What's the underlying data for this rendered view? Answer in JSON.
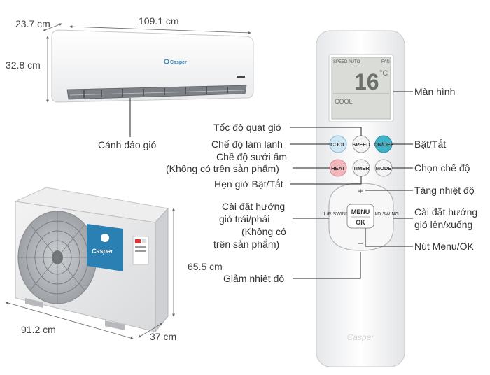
{
  "dimensions": {
    "indoor_depth": "23.7 cm",
    "indoor_width": "109.1 cm",
    "indoor_height": "32.8 cm",
    "outdoor_height": "65.5 cm",
    "outdoor_width": "91.2 cm",
    "outdoor_depth": "37 cm"
  },
  "indoor_unit": {
    "logo": "Casper",
    "louver_label": "Cánh đảo gió"
  },
  "outdoor_unit": {
    "logo": "Casper"
  },
  "remote": {
    "display": {
      "top_left": "SPEED AUTO",
      "top_right": "FAN",
      "temperature": "16",
      "unit": "°C",
      "mode": "COOL"
    },
    "buttons": {
      "cool": "COOL",
      "speed": "SPEED",
      "onoff": "ON/OFF",
      "heat": "HEAT",
      "timer": "TIMER",
      "mode": "MODE",
      "lr_swing": "L/R SWING",
      "ud_swing": "U/D SWING",
      "menu": "MENU",
      "ok": "OK",
      "plus": "+",
      "minus": "−"
    },
    "brand": "Casper"
  },
  "callouts": {
    "screen": "Màn hình",
    "fan_speed": "Tốc độ quạt gió",
    "cool_mode": "Chế độ làm lạnh",
    "power": "Bật/Tắt",
    "heat_mode_1": "Chế độ sưởi ấm",
    "heat_mode_2": "(Không có trên sản phẩm)",
    "mode_select": "Chọn chế độ",
    "timer": "Hẹn giờ Bật/Tắt",
    "temp_up": "Tăng nhiệt độ",
    "lr_1": "Cài đặt hướng",
    "lr_2": "gió trái/phải",
    "lr_3": "(Không có",
    "lr_4": "trên sản phẩm)",
    "ud_1": "Cài đặt hướng",
    "ud_2": "gió lên/xuống",
    "menu_ok": "Nút Menu/OK",
    "temp_down": "Giảm nhiệt độ"
  },
  "colors": {
    "cool_button": "#cfe6f4",
    "onoff_button": "#3fb2c8",
    "heat_button": "#f2b6bd",
    "lcd": "#d9dcd7",
    "outdoor_badge": "#2a7fb3"
  }
}
